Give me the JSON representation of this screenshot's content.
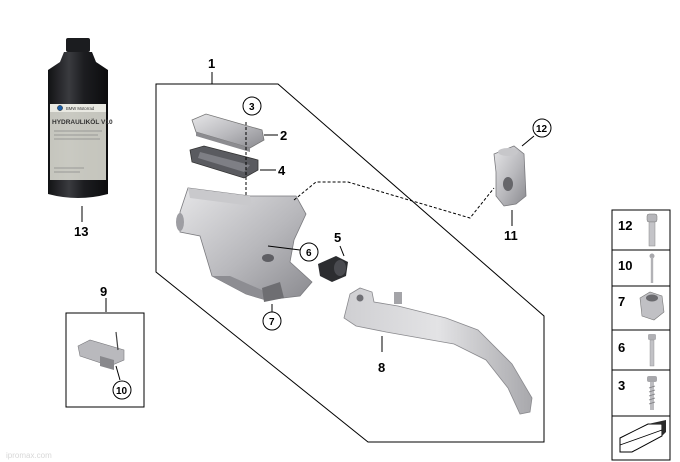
{
  "diagram": {
    "callouts": {
      "c1": "1",
      "c2": "2",
      "c3": "3",
      "c4": "4",
      "c5": "5",
      "c6": "6",
      "c7": "7",
      "c8": "8",
      "c9": "9",
      "c10": "10",
      "c11": "11",
      "c12": "12",
      "c13": "13"
    },
    "bottle": {
      "brand": "BMW Motorrad",
      "product": "HYDRAULIKÖL V10"
    },
    "legend": {
      "rows": [
        {
          "number": "12",
          "part": "bolt"
        },
        {
          "number": "10",
          "part": "pin"
        },
        {
          "number": "7",
          "part": "nut"
        },
        {
          "number": "6",
          "part": "screw"
        },
        {
          "number": "3",
          "part": "screw"
        }
      ]
    },
    "watermark": "ipromax.com"
  },
  "colors": {
    "outline": "#000000",
    "part_light": "#d4d4d6",
    "part_mid": "#a9a9ac",
    "part_dark": "#6f6f73",
    "bottle": "#1e1f22",
    "bottle_label": "#d9d9d0"
  }
}
